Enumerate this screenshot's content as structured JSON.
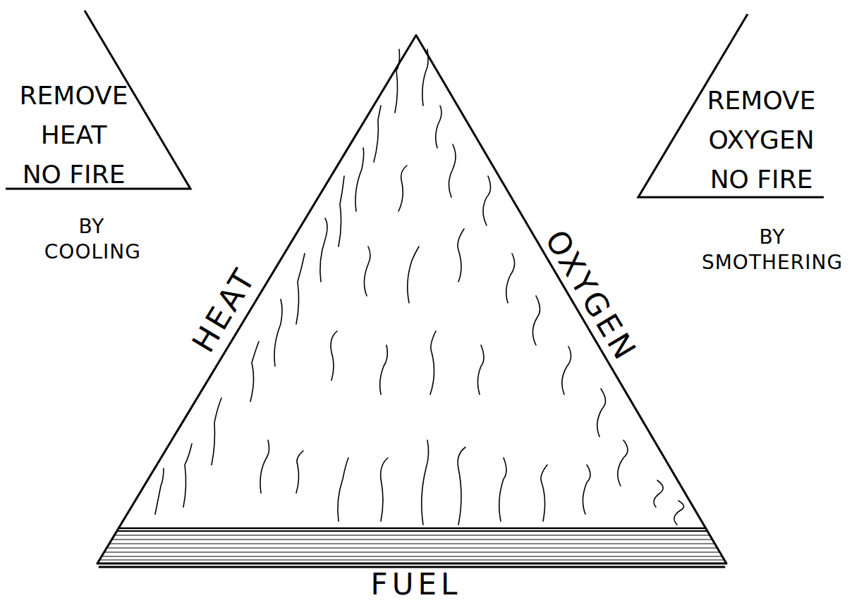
{
  "diagram": {
    "nodes": [
      {
        "text": [
          "REMOVE HEAT NO FIRE"
        ]
      },
      {
        "text": [
          "REMOVE OXYGEN NO FIRE"
        ]
      }
    ],
    "labels": [
      "BY COOLING",
      "BY SMOTHERING",
      "HEAT",
      "OXYGEN",
      "FUEL"
    ]
  }
}
